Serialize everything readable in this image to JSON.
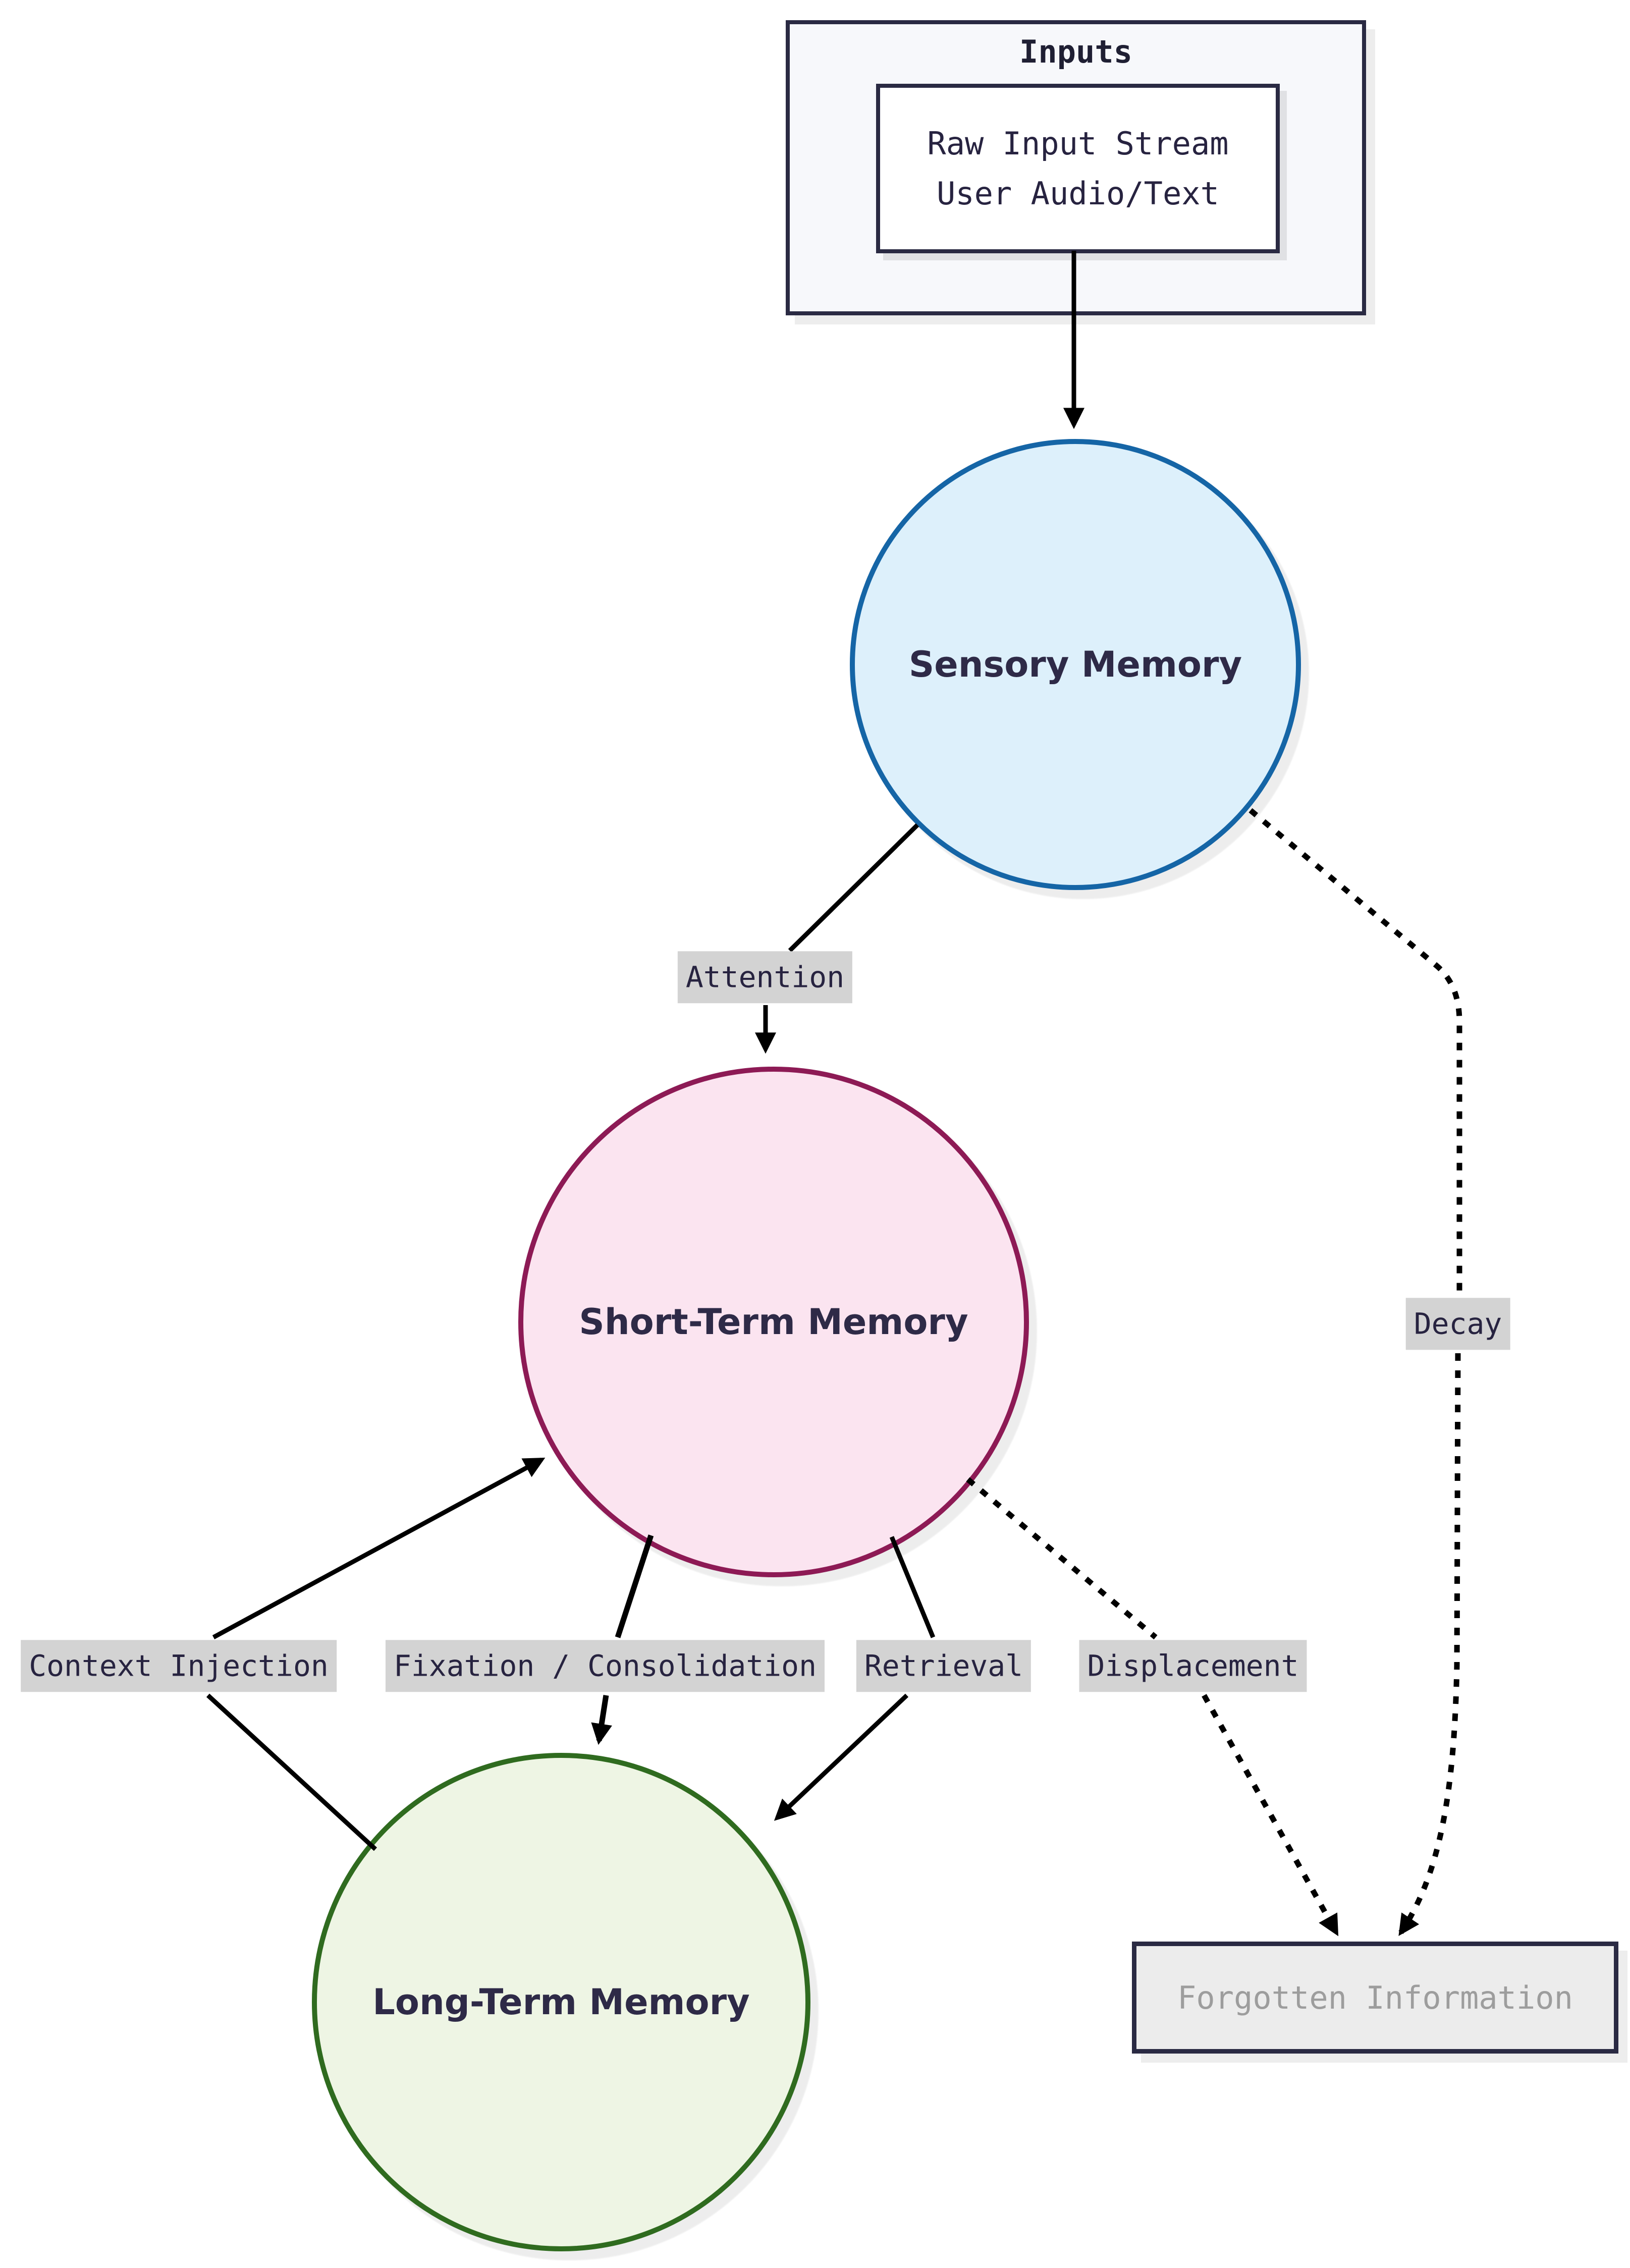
{
  "inputs_group": {
    "title": "Inputs",
    "raw_input_line1": "Raw Input Stream",
    "raw_input_line2": "User Audio/Text"
  },
  "nodes": {
    "sensory": {
      "label": "Sensory Memory",
      "fill": "#ddf0fb",
      "border": "#1565a6"
    },
    "short_term": {
      "label": "Short-Term Memory",
      "fill": "#fbe4f0",
      "border": "#8d1a55"
    },
    "long_term": {
      "label": "Long-Term Memory",
      "fill": "#eef5e4",
      "border": "#2f6b1f"
    },
    "forgotten": {
      "label": "Forgotten Information",
      "fill": "#ececec",
      "border": "#2a2a43",
      "text_color": "#9d9d9d"
    }
  },
  "edges": {
    "input_to_sensory": {
      "label": "",
      "style": "solid"
    },
    "attention": {
      "label": "Attention",
      "style": "solid"
    },
    "decay": {
      "label": "Decay",
      "style": "dotted"
    },
    "context_injection": {
      "label": "Context Injection",
      "style": "solid"
    },
    "fixation": {
      "label": "Fixation / Consolidation",
      "style": "solid"
    },
    "retrieval": {
      "label": "Retrieval",
      "style": "solid"
    },
    "displacement": {
      "label": "Displacement",
      "style": "dotted"
    }
  },
  "colors": {
    "canvas_bg": "#ffffff",
    "edge_label_bg": "#d3d3d3",
    "dark_text": "#272340",
    "arrow": "#000000",
    "group_box_bg": "#f7f8fb",
    "group_box_border": "#2a2a43"
  }
}
